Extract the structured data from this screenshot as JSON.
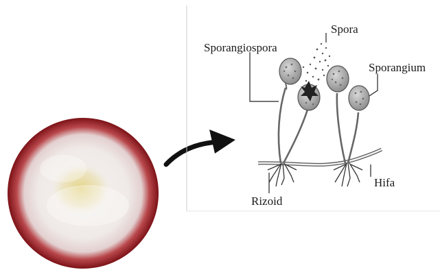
{
  "labels": {
    "sporangiospora": "Sporangiospora",
    "spora": "Spora",
    "sporangium": "Sporangium",
    "hifa": "Hifa",
    "rizoid": "Rizoid"
  },
  "colors": {
    "culture_rim": "#8e1a1e",
    "culture_mycelium": "#f1eeec",
    "culture_center": "#e0d38a",
    "diagram_line": "#4a4a4a",
    "sporangium_fill": "#b9b9b9",
    "spore_dot": "#555555"
  }
}
